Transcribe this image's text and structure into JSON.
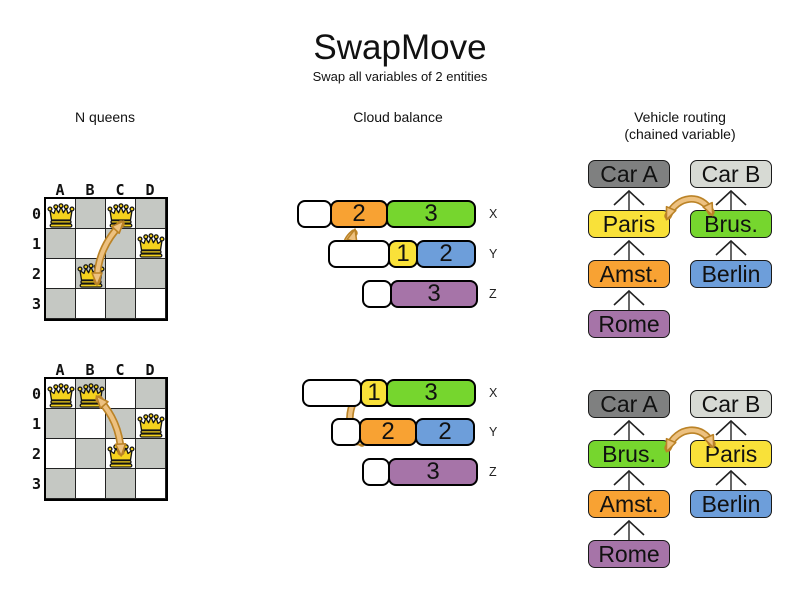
{
  "title": "SwapMove",
  "subtitle": "Swap all variables of 2 entities",
  "columns": {
    "nqueens": {
      "header": "N queens"
    },
    "cloud": {
      "header": "Cloud balance"
    },
    "vehicle": {
      "header_line1": "Vehicle routing",
      "header_line2": "(chained variable)"
    }
  },
  "colors": {
    "white": "#ffffff",
    "orange": "#f8a233",
    "green": "#76d62e",
    "yellow": "#f9e139",
    "blue": "#6d9eda",
    "purple": "#a674a8",
    "dark_gray": "#7f8080",
    "light_gray": "#d7dad4",
    "board_gray": "#c5c8c3",
    "queen_gold": "#f5d21d",
    "swap_arrow_fill": "#edc180",
    "swap_arrow_stroke": "#bb8327"
  },
  "nqueens": {
    "boards": [
      {
        "state": "before",
        "col_headers": [
          "A",
          "B",
          "C",
          "D"
        ],
        "row_headers": [
          "0",
          "1",
          "2",
          "3"
        ],
        "queens": [
          {
            "col": 0,
            "row": 0
          },
          {
            "col": 2,
            "row": 0
          },
          {
            "col": 3,
            "row": 1
          },
          {
            "col": 1,
            "row": 2
          }
        ],
        "swap_between": [
          "C0",
          "B2"
        ]
      },
      {
        "state": "after",
        "col_headers": [
          "A",
          "B",
          "C",
          "D"
        ],
        "row_headers": [
          "0",
          "1",
          "2",
          "3"
        ],
        "queens": [
          {
            "col": 0,
            "row": 0
          },
          {
            "col": 1,
            "row": 0
          },
          {
            "col": 3,
            "row": 1
          },
          {
            "col": 2,
            "row": 2
          }
        ],
        "swap_between": [
          "B0",
          "C2"
        ]
      }
    ]
  },
  "cloud": {
    "groups": [
      {
        "state": "before",
        "swap_between": [
          "X:2",
          "Y:1"
        ],
        "rows": [
          {
            "label": "X",
            "segments": [
              {
                "value": "",
                "color": "white"
              },
              {
                "value": "2",
                "color": "orange"
              },
              {
                "value": "3",
                "color": "green"
              }
            ]
          },
          {
            "label": "Y",
            "segments": [
              {
                "value": "",
                "color": "white"
              },
              {
                "value": "1",
                "color": "yellow"
              },
              {
                "value": "2",
                "color": "blue"
              }
            ]
          },
          {
            "label": "Z",
            "segments": [
              {
                "value": "",
                "color": "white"
              },
              {
                "value": "3",
                "color": "purple"
              }
            ]
          }
        ]
      },
      {
        "state": "after",
        "swap_between": [
          "X:1",
          "Y:2"
        ],
        "rows": [
          {
            "label": "X",
            "segments": [
              {
                "value": "",
                "color": "white"
              },
              {
                "value": "1",
                "color": "yellow"
              },
              {
                "value": "3",
                "color": "green"
              }
            ]
          },
          {
            "label": "Y",
            "segments": [
              {
                "value": "",
                "color": "white"
              },
              {
                "value": "2",
                "color": "orange"
              },
              {
                "value": "2",
                "color": "blue"
              }
            ]
          },
          {
            "label": "Z",
            "segments": [
              {
                "value": "",
                "color": "white"
              },
              {
                "value": "3",
                "color": "purple"
              }
            ]
          }
        ]
      }
    ]
  },
  "vehicle": {
    "groups": [
      {
        "state": "before",
        "swap_between": [
          "Paris",
          "Brus."
        ],
        "chains": [
          {
            "boxes": [
              {
                "label": "Car A",
                "color": "dark_gray"
              },
              {
                "label": "Paris",
                "color": "yellow"
              },
              {
                "label": "Amst.",
                "color": "orange"
              },
              {
                "label": "Rome",
                "color": "purple"
              }
            ]
          },
          {
            "boxes": [
              {
                "label": "Car B",
                "color": "light_gray"
              },
              {
                "label": "Brus.",
                "color": "green"
              },
              {
                "label": "Berlin",
                "color": "blue"
              }
            ]
          }
        ]
      },
      {
        "state": "after",
        "swap_between": [
          "Brus.",
          "Paris"
        ],
        "chains": [
          {
            "boxes": [
              {
                "label": "Car A",
                "color": "dark_gray"
              },
              {
                "label": "Brus.",
                "color": "green"
              },
              {
                "label": "Amst.",
                "color": "orange"
              },
              {
                "label": "Rome",
                "color": "purple"
              }
            ]
          },
          {
            "boxes": [
              {
                "label": "Car B",
                "color": "light_gray"
              },
              {
                "label": "Paris",
                "color": "yellow"
              },
              {
                "label": "Berlin",
                "color": "blue"
              }
            ]
          }
        ]
      }
    ]
  }
}
